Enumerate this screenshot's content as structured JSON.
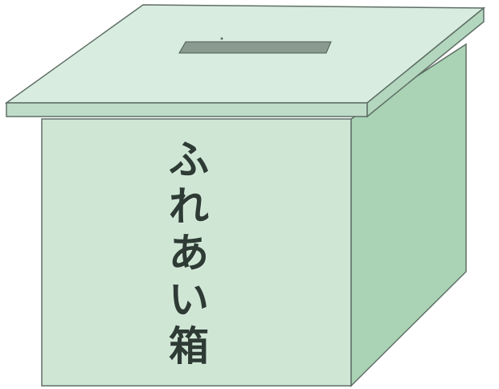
{
  "label": {
    "text": "ふれあい箱",
    "chars": [
      "ふ",
      "れ",
      "あ",
      "い",
      "箱"
    ]
  },
  "colors": {
    "front_face": "#cfe6d4",
    "right_face": "#a9d3b4",
    "lid_top": "#d8ede0",
    "lid_edge": "#bfdcc8",
    "slot": "#8a9a90",
    "outline": "#5f6f66",
    "label_text": "#2e3b35"
  }
}
